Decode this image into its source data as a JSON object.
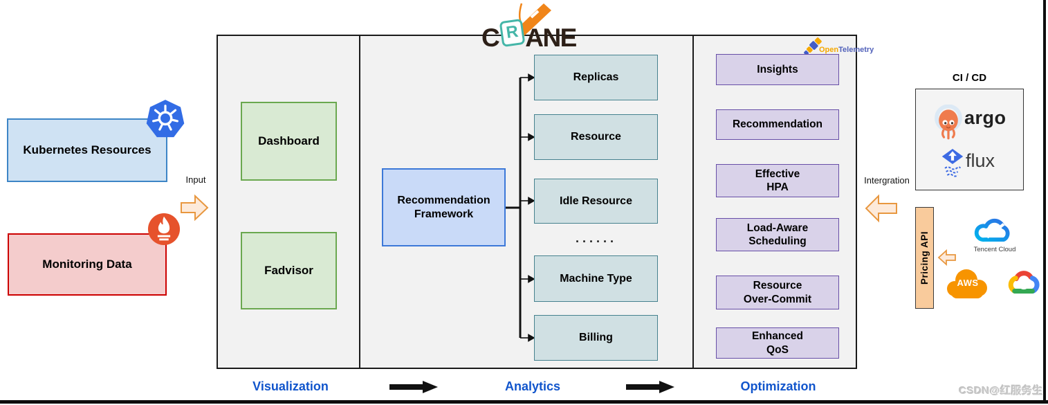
{
  "crane_logo": {
    "part1": "C",
    "part2": "R",
    "part3": "ANE"
  },
  "left_inputs": {
    "kubernetes_box": "Kubernetes Resources",
    "monitoring_box": "Monitoring Data",
    "input_label": "Input"
  },
  "visualization": {
    "flow_label": "Visualization",
    "dashboard_box": "Dashboard",
    "fadvisor_box": "Fadvisor"
  },
  "analytics": {
    "flow_label": "Analytics",
    "framework_box": {
      "line1": "Recommendation",
      "line2": "Framework"
    },
    "recommenders": [
      "Replicas",
      "Resource",
      "Idle Resource",
      "Machine Type",
      "Billing"
    ],
    "ellipsis": "......"
  },
  "optimization": {
    "flow_label": "Optimization",
    "boxes": [
      {
        "line1": "Insights",
        "line2": ""
      },
      {
        "line1": "Recommendation",
        "line2": ""
      },
      {
        "line1": "Effective",
        "line2": "HPA"
      },
      {
        "line1": "Load-Aware",
        "line2": "Scheduling"
      },
      {
        "line1": "Resource",
        "line2": "Over-Commit"
      },
      {
        "line1": "Enhanced",
        "line2": "QoS"
      }
    ],
    "opentelemetry": {
      "part1": "Open",
      "part2": "Telemetry"
    }
  },
  "cicd": {
    "title": "CI / CD",
    "argo_label": "argo",
    "flux_label": "flux"
  },
  "integration": {
    "label": "Intergration",
    "pricing_api": "Pricing API",
    "tencent_label": "Tencent Cloud",
    "aws_label": "AWS"
  },
  "watermark": "CSDN@红服务生",
  "colors": {
    "k8s_box_fill": "#cfe2f3",
    "monitoring_fill": "#f4cccc",
    "visualization_fill": "#d9ead3",
    "framework_fill": "#c9daf8",
    "recommender_fill": "#d0e0e3",
    "optimization_fill": "#d9d2e9",
    "pricing_fill": "#f9cb9c",
    "flow_label_blue": "#1155cc",
    "arrow_fill": "#fdeada",
    "arrow_stroke": "#e8973f",
    "kubernetes_blue": "#326ce5",
    "prometheus_orange": "#e6522c",
    "crane_teal": "#45b6a8",
    "crane_boom_orange": "#f08519"
  }
}
